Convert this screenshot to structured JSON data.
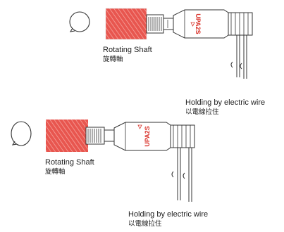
{
  "diagrams": [
    {
      "shaft_label": "Rotating Shaft",
      "shaft_label_cn": "旋轉軸",
      "holding_label": "Holding by electric wire",
      "holding_label_cn": "以電線拉住",
      "sensor_text": "UPA2S"
    },
    {
      "shaft_label": "Rotating Shaft",
      "shaft_label_cn": "旋轉軸",
      "holding_label": "Holding by electric wire",
      "holding_label_cn": "以電線拉住",
      "sensor_text": "UPA2S"
    }
  ],
  "colors": {
    "shaft_fill": "#e8564f",
    "shaft_hatch": "#f6a39d",
    "outline": "#333333",
    "accent_red": "#d9332b"
  }
}
